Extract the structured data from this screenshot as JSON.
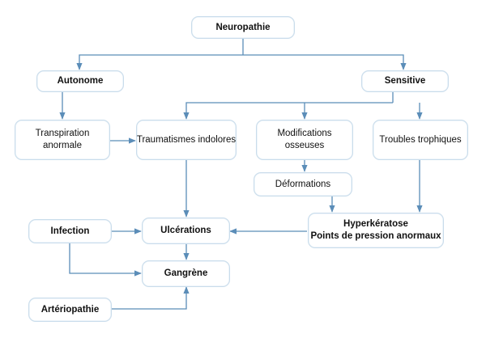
{
  "diagram": {
    "nodes": {
      "neuropathie": {
        "label": "Neuropathie"
      },
      "autonome": {
        "label": "Autonome"
      },
      "sensitive": {
        "label": "Sensitive"
      },
      "transpiration": {
        "line1": "Transpiration",
        "line2": "anormale"
      },
      "traumatismes": {
        "label": "Traumatismes indolores"
      },
      "modifications": {
        "line1": "Modifications",
        "line2": "osseuses"
      },
      "troubles": {
        "label": "Troubles trophiques"
      },
      "deformations": {
        "label": "Déformations"
      },
      "infection": {
        "label": "Infection"
      },
      "ulcerations": {
        "label": "Ulcérations"
      },
      "hyperkeratose": {
        "line1": "Hyperkératose",
        "line2": "Points de pression anormaux"
      },
      "gangrene": {
        "label": "Gangrène"
      },
      "arteriopathie": {
        "label": "Artériopathie"
      }
    },
    "colors": {
      "arrow": "#5b8db8",
      "box_border": "#c9dceb"
    }
  }
}
